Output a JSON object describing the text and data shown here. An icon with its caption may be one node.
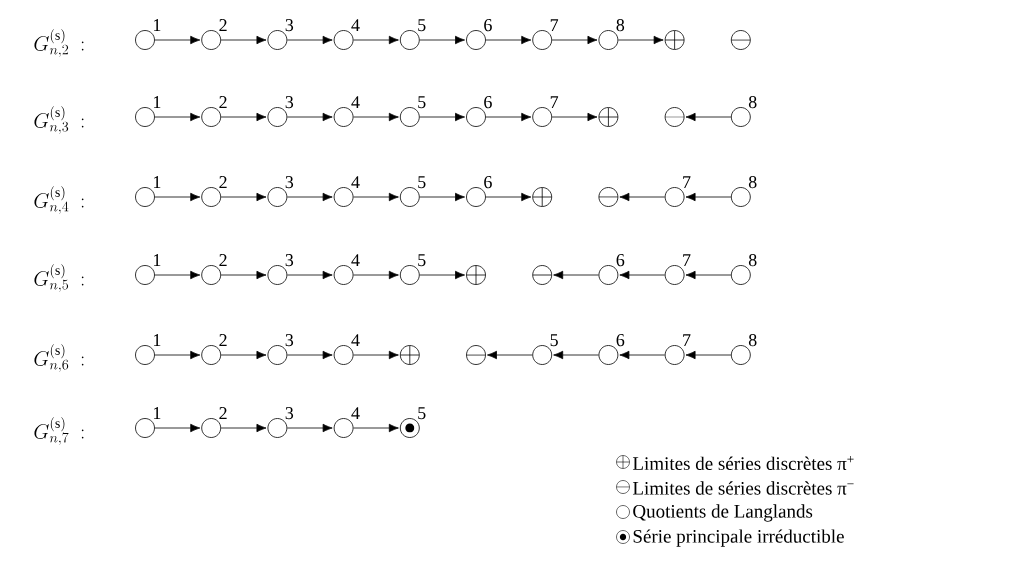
{
  "diagram": {
    "nodes": [
      {
        "text": [],
        "shape": "circle",
        "beside": [
          "1"
        ]
      },
      {
        "text": [],
        "shape": "circle",
        "beside": [
          "2"
        ]
      },
      {
        "text": [],
        "shape": "circle",
        "beside": [
          "3"
        ]
      },
      {
        "text": [],
        "shape": "circle",
        "beside": [
          "4"
        ]
      },
      {
        "text": [],
        "shape": "circle",
        "beside": [
          "5"
        ]
      },
      {
        "text": [],
        "shape": "circle",
        "beside": [
          "6"
        ]
      },
      {
        "text": [],
        "shape": "circle",
        "beside": [
          "7"
        ]
      },
      {
        "text": [],
        "shape": "circle",
        "beside": [
          "8"
        ]
      },
      {
        "text": [],
        "shape": "oplus"
      },
      {
        "text": [],
        "shape": "ominus"
      },
      {
        "text": [],
        "shape": "circle",
        "beside": [
          "1"
        ]
      },
      {
        "text": [],
        "shape": "circle",
        "beside": [
          "2"
        ]
      },
      {
        "text": [],
        "shape": "circle",
        "beside": [
          "3"
        ]
      },
      {
        "text": [],
        "shape": "circle",
        "beside": [
          "4"
        ]
      },
      {
        "text": [],
        "shape": "circle",
        "beside": [
          "5"
        ]
      },
      {
        "text": [],
        "shape": "circle",
        "beside": [
          "6"
        ]
      },
      {
        "text": [],
        "shape": "circle",
        "beside": [
          "7"
        ]
      },
      {
        "text": [],
        "shape": "oplus"
      },
      {
        "text": [],
        "shape": "ominus"
      },
      {
        "text": [],
        "shape": "circle",
        "beside": [
          "8"
        ]
      },
      {
        "text": [],
        "shape": "circle",
        "beside": [
          "1"
        ]
      },
      {
        "text": [],
        "shape": "circle",
        "beside": [
          "2"
        ]
      },
      {
        "text": [],
        "shape": "circle",
        "beside": [
          "3"
        ]
      },
      {
        "text": [],
        "shape": "circle",
        "beside": [
          "4"
        ]
      },
      {
        "text": [],
        "shape": "circle",
        "beside": [
          "5"
        ]
      },
      {
        "text": [],
        "shape": "circle",
        "beside": [
          "6"
        ]
      },
      {
        "text": [],
        "shape": "oplus"
      },
      {
        "text": [],
        "shape": "ominus"
      },
      {
        "text": [],
        "shape": "circle",
        "beside": [
          "7"
        ]
      },
      {
        "text": [],
        "shape": "circle",
        "beside": [
          "8"
        ]
      },
      {
        "text": [],
        "shape": "circle",
        "beside": [
          "1"
        ]
      },
      {
        "text": [],
        "shape": "circle",
        "beside": [
          "2"
        ]
      },
      {
        "text": [],
        "shape": "circle",
        "beside": [
          "3"
        ]
      },
      {
        "text": [],
        "shape": "circle",
        "beside": [
          "4"
        ]
      },
      {
        "text": [],
        "shape": "circle",
        "beside": [
          "5"
        ]
      },
      {
        "text": [],
        "shape": "oplus"
      },
      {
        "text": [],
        "shape": "ominus"
      },
      {
        "text": [],
        "shape": "circle",
        "beside": [
          "6"
        ]
      },
      {
        "text": [],
        "shape": "circle",
        "beside": [
          "7"
        ]
      },
      {
        "text": [],
        "shape": "circle",
        "beside": [
          "8"
        ]
      },
      {
        "text": [],
        "shape": "circle",
        "beside": [
          "1"
        ]
      },
      {
        "text": [],
        "shape": "circle",
        "beside": [
          "2"
        ]
      },
      {
        "text": [],
        "shape": "circle",
        "beside": [
          "3"
        ]
      },
      {
        "text": [],
        "shape": "circle",
        "beside": [
          "4"
        ]
      },
      {
        "text": [],
        "shape": "oplus"
      },
      {
        "text": [],
        "shape": "ominus"
      },
      {
        "text": [],
        "shape": "circle",
        "beside": [
          "5"
        ]
      },
      {
        "text": [],
        "shape": "circle",
        "beside": [
          "6"
        ]
      },
      {
        "text": [],
        "shape": "circle",
        "beside": [
          "7"
        ]
      },
      {
        "text": [],
        "shape": "circle",
        "beside": [
          "8"
        ]
      },
      {
        "text": [],
        "shape": "circle",
        "beside": [
          "1"
        ]
      },
      {
        "text": [],
        "shape": "circle",
        "beside": [
          "2"
        ]
      },
      {
        "text": [],
        "shape": "circle",
        "beside": [
          "3"
        ]
      },
      {
        "text": [],
        "shape": "circle",
        "beside": [
          "4"
        ]
      },
      {
        "text": [],
        "shape": "odot",
        "beside": [
          "5"
        ]
      }
    ],
    "edges": [
      {
        "from": 0,
        "to": 1,
        "arrow": "to"
      },
      {
        "from": 1,
        "to": 2,
        "arrow": "to"
      },
      {
        "from": 2,
        "to": 3,
        "arrow": "to"
      },
      {
        "from": 3,
        "to": 4,
        "arrow": "to"
      },
      {
        "from": 4,
        "to": 5,
        "arrow": "to"
      },
      {
        "from": 5,
        "to": 6,
        "arrow": "to"
      },
      {
        "from": 6,
        "to": 7,
        "arrow": "to"
      },
      {
        "from": 7,
        "to": 8,
        "arrow": "to"
      },
      {
        "from": 10,
        "to": 11,
        "arrow": "to"
      },
      {
        "from": 11,
        "to": 12,
        "arrow": "to"
      },
      {
        "from": 12,
        "to": 13,
        "arrow": "to"
      },
      {
        "from": 13,
        "to": 14,
        "arrow": "to"
      },
      {
        "from": 14,
        "to": 15,
        "arrow": "to"
      },
      {
        "from": 15,
        "to": 16,
        "arrow": "to"
      },
      {
        "from": 16,
        "to": 17,
        "arrow": "to"
      },
      {
        "from": 19,
        "to": 18,
        "arrow": "to"
      },
      {
        "from": 20,
        "to": 21,
        "arrow": "to"
      },
      {
        "from": 21,
        "to": 22,
        "arrow": "to"
      },
      {
        "from": 22,
        "to": 23,
        "arrow": "to"
      },
      {
        "from": 23,
        "to": 24,
        "arrow": "to"
      },
      {
        "from": 24,
        "to": 25,
        "arrow": "to"
      },
      {
        "from": 25,
        "to": 26,
        "arrow": "to"
      },
      {
        "from": 29,
        "to": 28,
        "arrow": "to"
      },
      {
        "from": 28,
        "to": 27,
        "arrow": "to"
      },
      {
        "from": 30,
        "to": 31,
        "arrow": "to"
      },
      {
        "from": 31,
        "to": 32,
        "arrow": "to"
      },
      {
        "from": 32,
        "to": 33,
        "arrow": "to"
      },
      {
        "from": 33,
        "to": 34,
        "arrow": "to"
      },
      {
        "from": 34,
        "to": 35,
        "arrow": "to"
      },
      {
        "from": 39,
        "to": 38,
        "arrow": "to"
      },
      {
        "from": 38,
        "to": 37,
        "arrow": "to"
      },
      {
        "from": 37,
        "to": 36,
        "arrow": "to"
      },
      {
        "from": 40,
        "to": 41,
        "arrow": "to"
      },
      {
        "from": 41,
        "to": 42,
        "arrow": "to"
      },
      {
        "from": 42,
        "to": 43,
        "arrow": "to"
      },
      {
        "from": 43,
        "to": 44,
        "arrow": "to"
      },
      {
        "from": 49,
        "to": 48,
        "arrow": "to"
      },
      {
        "from": 48,
        "to": 47,
        "arrow": "to"
      },
      {
        "from": 47,
        "to": 46,
        "arrow": "to"
      },
      {
        "from": 46,
        "to": 45,
        "arrow": "to"
      },
      {
        "from": 50,
        "to": 51,
        "arrow": "to"
      },
      {
        "from": 51,
        "to": 52,
        "arrow": "to"
      },
      {
        "from": 52,
        "to": 53,
        "arrow": "to"
      },
      {
        "from": 53,
        "to": 54,
        "arrow": "to"
      }
    ],
    "labels": [
      "G^{(\\mathrm{s})}_{n,2}\\ :",
      "G^{(\\mathrm{s})}_{n,3}\\ :",
      "G^{(\\mathrm{s})}_{n,4}\\ :",
      "G^{(\\mathrm{s})}_{n,5}\\ :",
      "G^{(\\mathrm{s})}_{n,6}\\ :",
      "G^{(\\mathrm{s})}_{n,7}\\ :"
    ],
    "legend": [
      {
        "text": "Limites de séries discrètes π$^{+}$"
      },
      {
        "text": "Limites de séries discrètes π$^{−}$"
      },
      {
        "text": "Quotients de Langlands"
      },
      {
        "text": "Série principale irréductible"
      }
    ]
  }
}
